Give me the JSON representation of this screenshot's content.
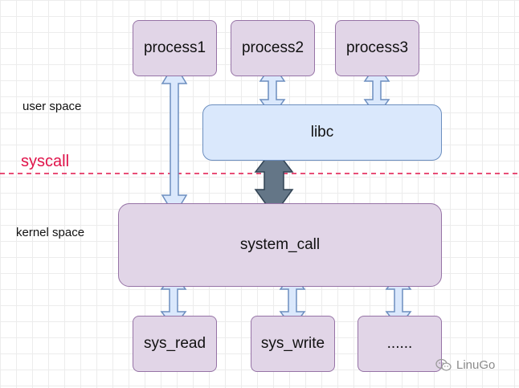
{
  "regions": {
    "user_space": "user space",
    "syscall": "syscall",
    "kernel_space": "kernel space"
  },
  "processes": [
    "process1",
    "process2",
    "process3"
  ],
  "libc": "libc",
  "system_call": "system_call",
  "sys_calls": [
    "sys_read",
    "sys_write",
    "......"
  ],
  "watermark": "LinuGo",
  "colors": {
    "process_fill": "#e1d5e7",
    "process_stroke": "#9673a6",
    "libc_fill": "#dae8fc",
    "libc_stroke": "#6c8ebf",
    "syscall_line": "#e0134a",
    "big_arrow_fill": "#647687"
  }
}
